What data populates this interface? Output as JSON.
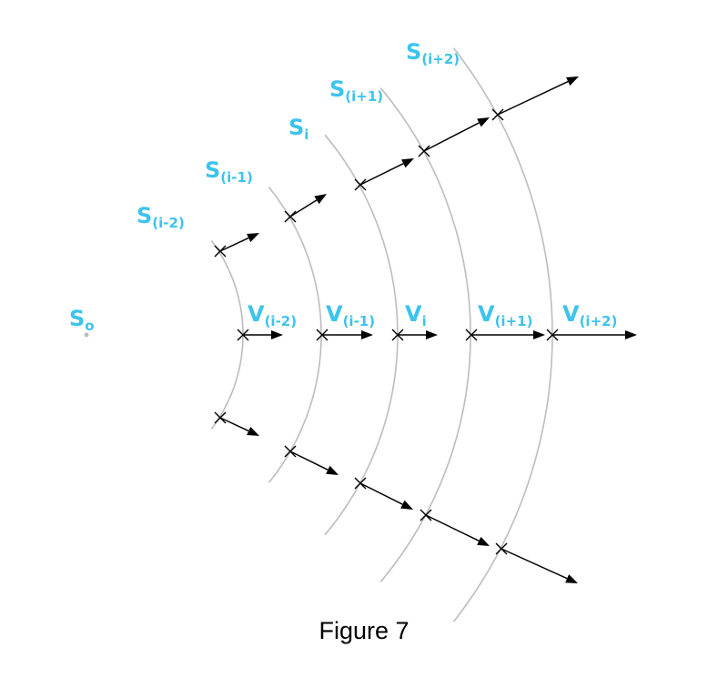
{
  "source": {
    "label_main": "S",
    "label_sub": "o"
  },
  "surfaces": [
    {
      "label_main": "S",
      "label_sub": "(i-2)"
    },
    {
      "label_main": "S",
      "label_sub": "(i-1)"
    },
    {
      "label_main": "S",
      "label_sub": "i"
    },
    {
      "label_main": "S",
      "label_sub": "(i+1)"
    },
    {
      "label_main": "S",
      "label_sub": "(i+2)"
    }
  ],
  "velocities": [
    {
      "label_main": "V",
      "label_sub": "(i-2)"
    },
    {
      "label_main": "V",
      "label_sub": "(i-1)"
    },
    {
      "label_main": "V",
      "label_sub": "i"
    },
    {
      "label_main": "V",
      "label_sub": "(i+1)"
    },
    {
      "label_main": "V",
      "label_sub": "(i+2)"
    }
  ],
  "caption": "Figure 7",
  "colors": {
    "label": "#3cc3ee",
    "arc": "#bdbdbd",
    "vector": "#000000",
    "source_dot": "#bdbdbd"
  }
}
